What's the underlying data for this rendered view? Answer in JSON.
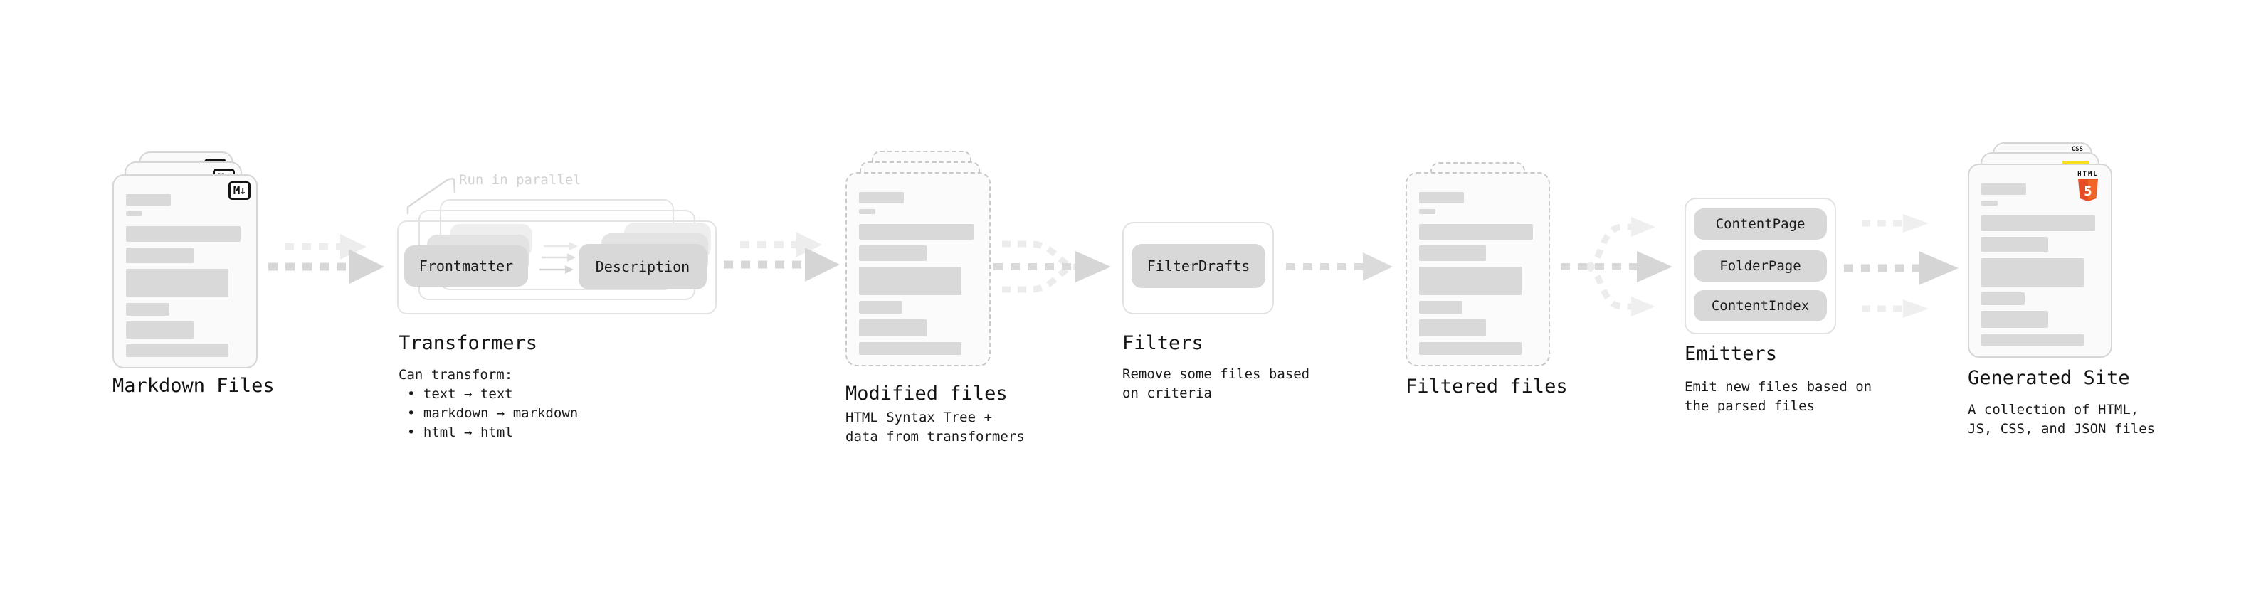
{
  "colors": {
    "html5_orange": "#e44d26",
    "js_yellow": "#f7df1e",
    "css_blue": "#2962f0"
  },
  "stages": {
    "markdown_files": {
      "label": "Markdown Files",
      "badge": "M↓"
    },
    "transformers": {
      "label": "Transformers",
      "annotation": "Run in parallel",
      "chips": [
        "Frontmatter",
        "Description"
      ],
      "caption_title": "Can transform:",
      "bullets": [
        "• text → text",
        "• markdown → markdown",
        "• html → html"
      ]
    },
    "modified_files": {
      "label": "Modified files",
      "caption": "HTML Syntax Tree +\ndata from transformers"
    },
    "filters": {
      "label": "Filters",
      "chips": [
        "FilterDrafts"
      ],
      "caption": "Remove some files based\non criteria"
    },
    "filtered_files": {
      "label": "Filtered files"
    },
    "emitters": {
      "label": "Emitters",
      "chips": [
        "ContentPage",
        "FolderPage",
        "ContentIndex"
      ],
      "caption": "Emit new files based on\nthe parsed files"
    },
    "generated_site": {
      "label": "Generated Site",
      "caption": "A collection of HTML,\nJS, CSS, and JSON files",
      "badges": {
        "html_word": "HTML",
        "html_num": "5",
        "css": "CSS"
      }
    }
  }
}
